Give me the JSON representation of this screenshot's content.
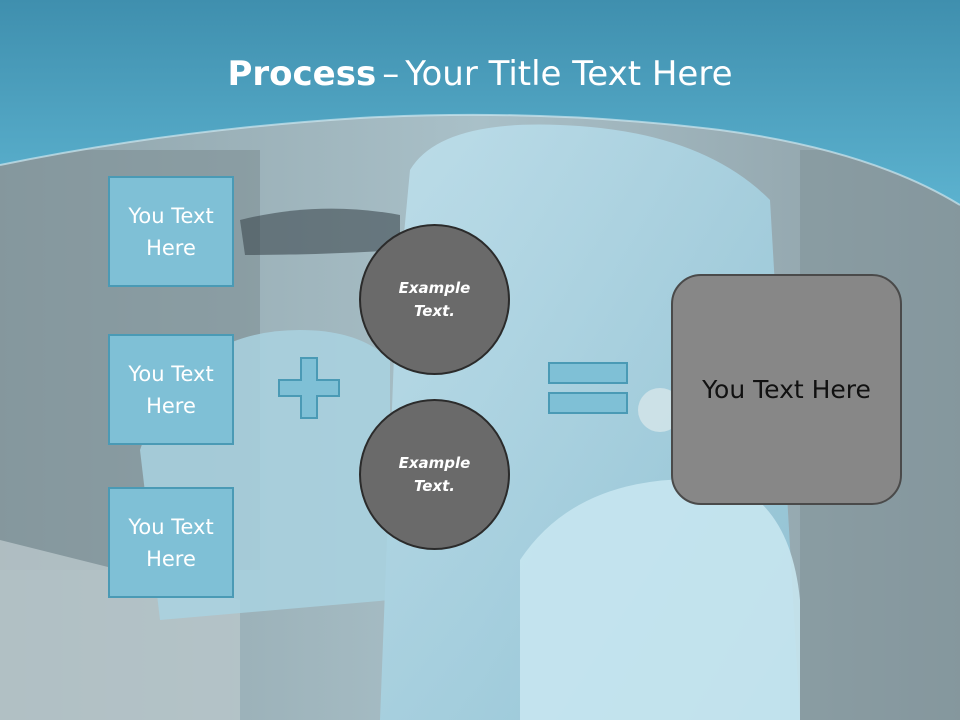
{
  "title": {
    "bold": "Process",
    "dash": "–",
    "rest": "Your Title Text Here"
  },
  "boxes": [
    {
      "label": "You Text Here"
    },
    {
      "label": "You Text Here"
    },
    {
      "label": "You Text Here"
    }
  ],
  "circles": [
    {
      "label": "Example Text."
    },
    {
      "label": "Example Text."
    }
  ],
  "result": {
    "label": "You Text Here"
  },
  "colors": {
    "header": "#4f9fbe",
    "box_fill": "#7fc0d6",
    "box_border": "#4a9ab5",
    "circle_fill": "#6a6a6a",
    "result_fill": "#878787"
  },
  "icons": {
    "background": "blue-scooter-photo",
    "plus": "plus-icon",
    "equals": "equals-icon"
  }
}
